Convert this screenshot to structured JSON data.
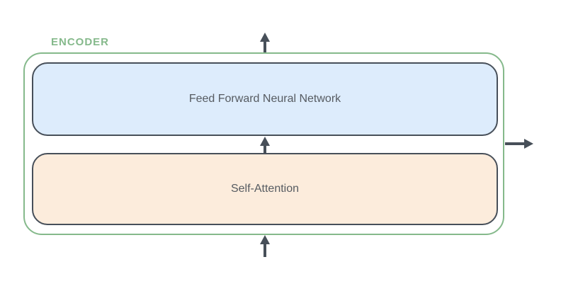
{
  "diagram": {
    "title": "ENCODER",
    "blocks": [
      {
        "id": "feed-forward",
        "label": "Feed Forward Neural Network",
        "fill": "#ddecfc"
      },
      {
        "id": "self-attention",
        "label": "Self-Attention",
        "fill": "#fcecdc"
      }
    ],
    "arrows": [
      {
        "name": "input-arrow",
        "direction": "up",
        "position": "below-encoder"
      },
      {
        "name": "attention-to-ffn-arrow",
        "direction": "up",
        "position": "between-blocks"
      },
      {
        "name": "output-arrow-top",
        "direction": "up",
        "position": "above-encoder"
      },
      {
        "name": "output-arrow-right",
        "direction": "right",
        "position": "right-of-encoder"
      }
    ]
  },
  "colors": {
    "encoder_border": "#85b98b",
    "encoder_label": "#85b98b",
    "block_border": "#474f59",
    "arrow": "#474f59",
    "label_text": "#565b61",
    "background": "#ffffff"
  }
}
